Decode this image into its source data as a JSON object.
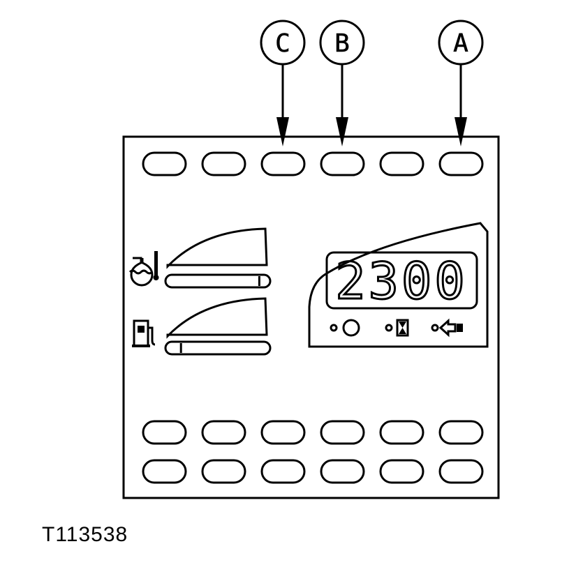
{
  "callouts": [
    {
      "letter": "C",
      "target": "button-top-3"
    },
    {
      "letter": "B",
      "target": "button-top-4"
    },
    {
      "letter": "A",
      "target": "button-top-6"
    }
  ],
  "display": {
    "rpm_reading": "2300"
  },
  "gauges": {
    "coolant_temp": {
      "icon": "coolant-temperature-icon",
      "level": 0.95
    },
    "fuel": {
      "icon": "fuel-pump-icon",
      "level": 0.1
    }
  },
  "indicators": [
    "indicator-circle-icon",
    "indicator-hourglass-icon",
    "indicator-arrow-icon"
  ],
  "figure_id": "T113538"
}
